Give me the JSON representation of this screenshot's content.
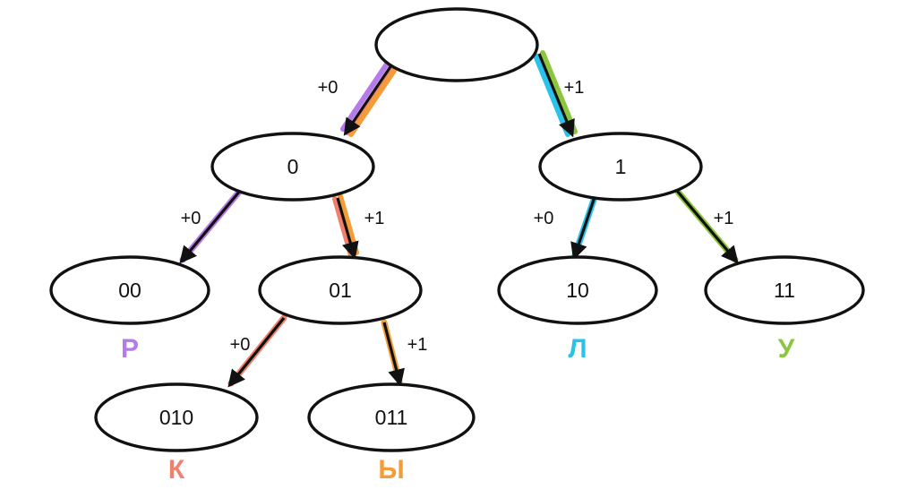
{
  "diagram": {
    "type": "binary-prefix-code-tree",
    "nodes": {
      "root": {
        "label": ""
      },
      "n0": {
        "label": "0"
      },
      "n1": {
        "label": "1"
      },
      "n00": {
        "label": "00"
      },
      "n01": {
        "label": "01"
      },
      "n10": {
        "label": "10"
      },
      "n11": {
        "label": "11"
      },
      "n010": {
        "label": "010"
      },
      "n011": {
        "label": "011"
      }
    },
    "edges": {
      "root_0": {
        "label": "+0"
      },
      "root_1": {
        "label": "+1"
      },
      "n0_n00": {
        "label": "+0"
      },
      "n0_n01": {
        "label": "+1"
      },
      "n1_n10": {
        "label": "+0"
      },
      "n1_n11": {
        "label": "+1"
      },
      "n01_n010": {
        "label": "+0"
      },
      "n01_n011": {
        "label": "+1"
      }
    },
    "letters": {
      "r": {
        "label": "Р",
        "node": "00",
        "color": "#b57bea"
      },
      "l": {
        "label": "Л",
        "node": "10",
        "color": "#29c2ea"
      },
      "u": {
        "label": "У",
        "node": "11",
        "color": "#8cc63e"
      },
      "k": {
        "label": "К",
        "node": "010",
        "color": "#f0806d"
      },
      "y": {
        "label": "Ы",
        "node": "011",
        "color": "#f49d38"
      }
    },
    "colors": {
      "edge": "#111111",
      "node_fill": "#ffffff",
      "purple": "#b57bea",
      "cyan": "#29c2ea",
      "green": "#8cc63e",
      "salmon": "#f0806d",
      "orange": "#f49d38"
    }
  }
}
